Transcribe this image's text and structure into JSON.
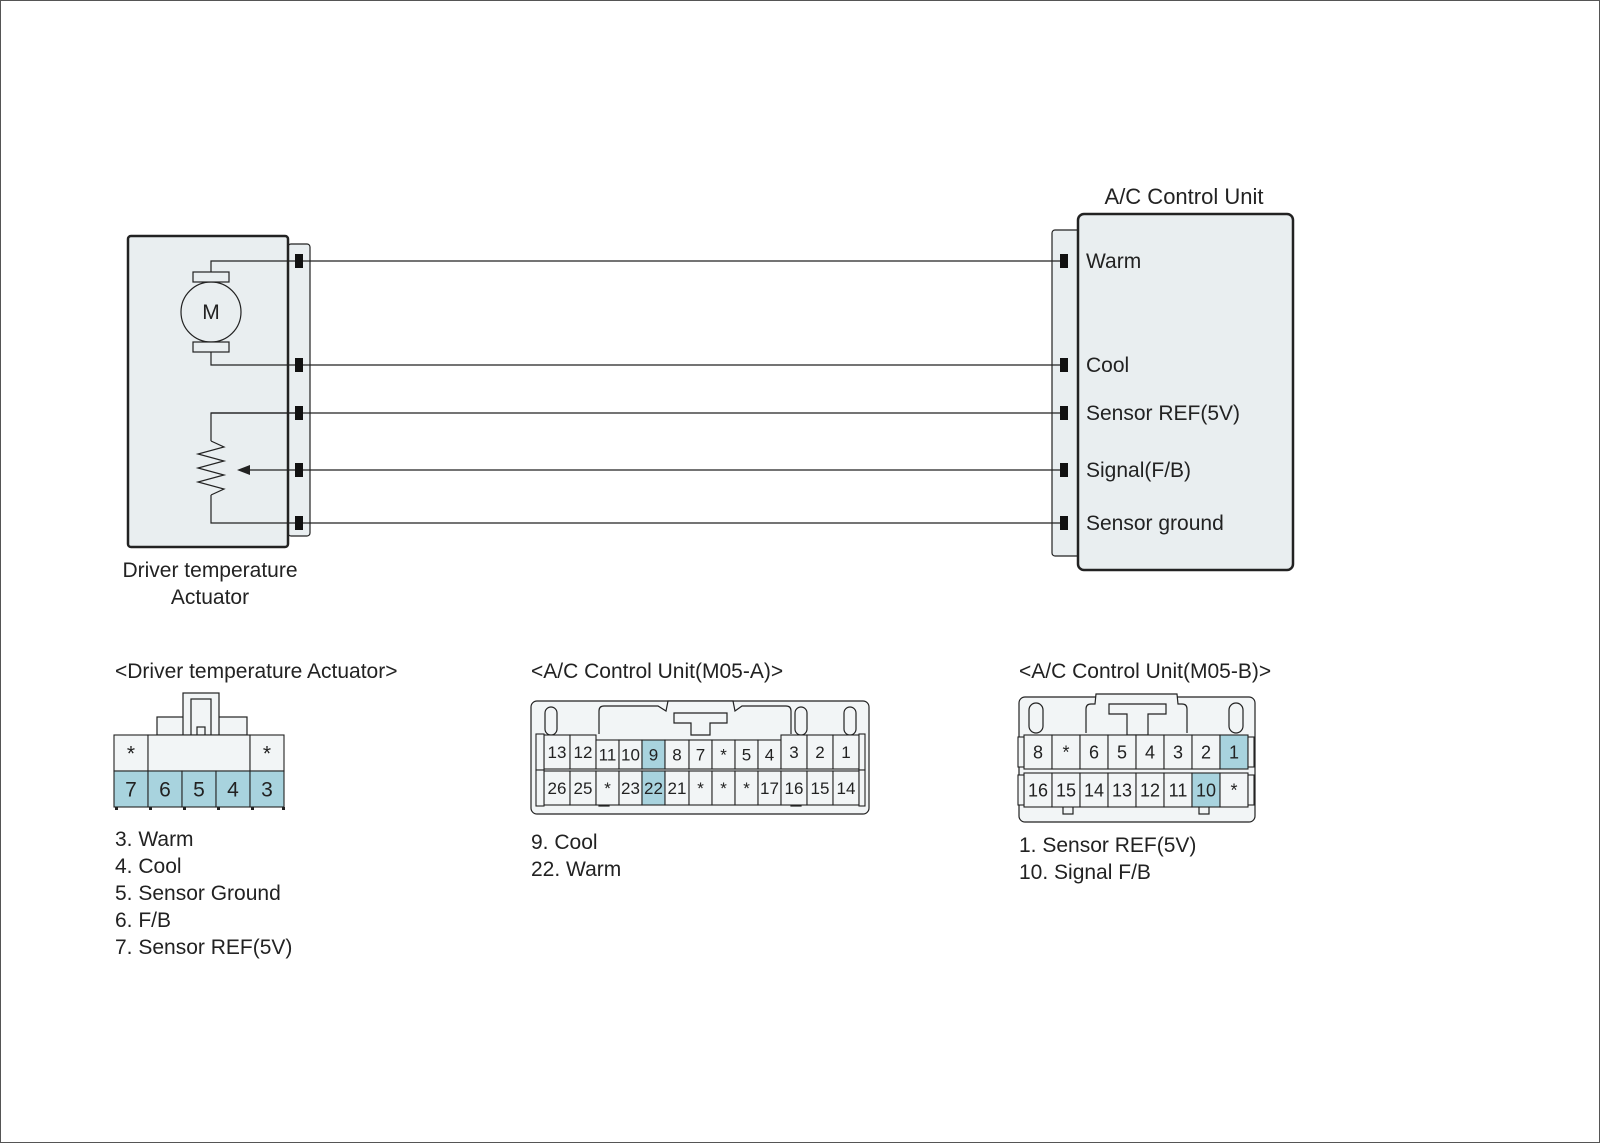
{
  "colors": {
    "box_fill": "#e9eef0",
    "highlight": "#a8d3de",
    "stroke": "#222222",
    "cell_fill": "#f2f5f6"
  },
  "actuator": {
    "label_line1": "Driver temperature",
    "label_line2": "Actuator",
    "motor_label": "M"
  },
  "acu": {
    "title": "A/C Control Unit"
  },
  "wires": [
    {
      "label": "Warm"
    },
    {
      "label": "Cool"
    },
    {
      "label": "Sensor REF(5V)"
    },
    {
      "label": "Signal(F/B)"
    },
    {
      "label": "Sensor ground"
    }
  ],
  "connectors": {
    "actuator": {
      "title": "<Driver temperature Actuator>",
      "row1": [
        "*",
        "",
        "",
        "",
        "*"
      ],
      "row2": [
        "7",
        "6",
        "5",
        "4",
        "3"
      ],
      "highlighted_row2": [
        "7",
        "6",
        "5",
        "4",
        "3"
      ],
      "pins": [
        "3. Warm",
        "4. Cool",
        "5. Sensor Ground",
        "6. F/B",
        "7. Sensor REF(5V)"
      ]
    },
    "m05a": {
      "title": "<A/C Control Unit(M05-A)>",
      "row1": [
        "13",
        "12",
        "11",
        "10",
        "9",
        "8",
        "7",
        "*",
        "5",
        "4",
        "3",
        "2",
        "1"
      ],
      "row2": [
        "26",
        "25",
        "*",
        "23",
        "22",
        "21",
        "*",
        "*",
        "*",
        "17",
        "16",
        "15",
        "14"
      ],
      "highlighted": [
        "9",
        "22"
      ],
      "pins": [
        "9. Cool",
        "22. Warm"
      ]
    },
    "m05b": {
      "title": "<A/C Control Unit(M05-B)>",
      "row1": [
        "8",
        "*",
        "6",
        "5",
        "4",
        "3",
        "2",
        "1"
      ],
      "row2": [
        "16",
        "15",
        "14",
        "13",
        "12",
        "11",
        "10",
        "*"
      ],
      "highlighted": [
        "1",
        "10"
      ],
      "pins": [
        "1. Sensor REF(5V)",
        "10. Signal F/B"
      ]
    }
  }
}
